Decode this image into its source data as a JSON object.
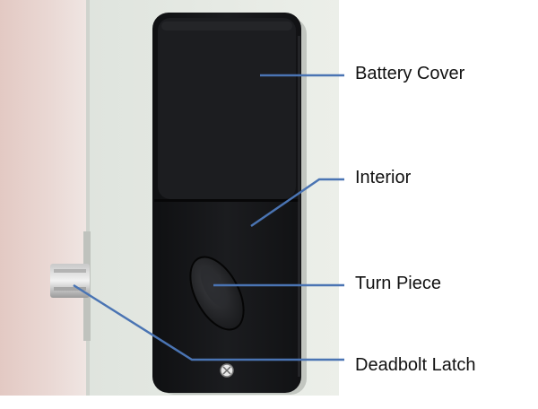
{
  "figure": {
    "labels": {
      "battery_cover": "Battery Cover",
      "interior": "Interior",
      "turn_piece": "Turn Piece",
      "deadbolt_latch": "Deadbolt Latch"
    },
    "colors": {
      "leader_line": "#4a74b3",
      "lock_body": "#151618",
      "door": "#e8ece6",
      "door_edge": "#d9c9c3"
    }
  }
}
